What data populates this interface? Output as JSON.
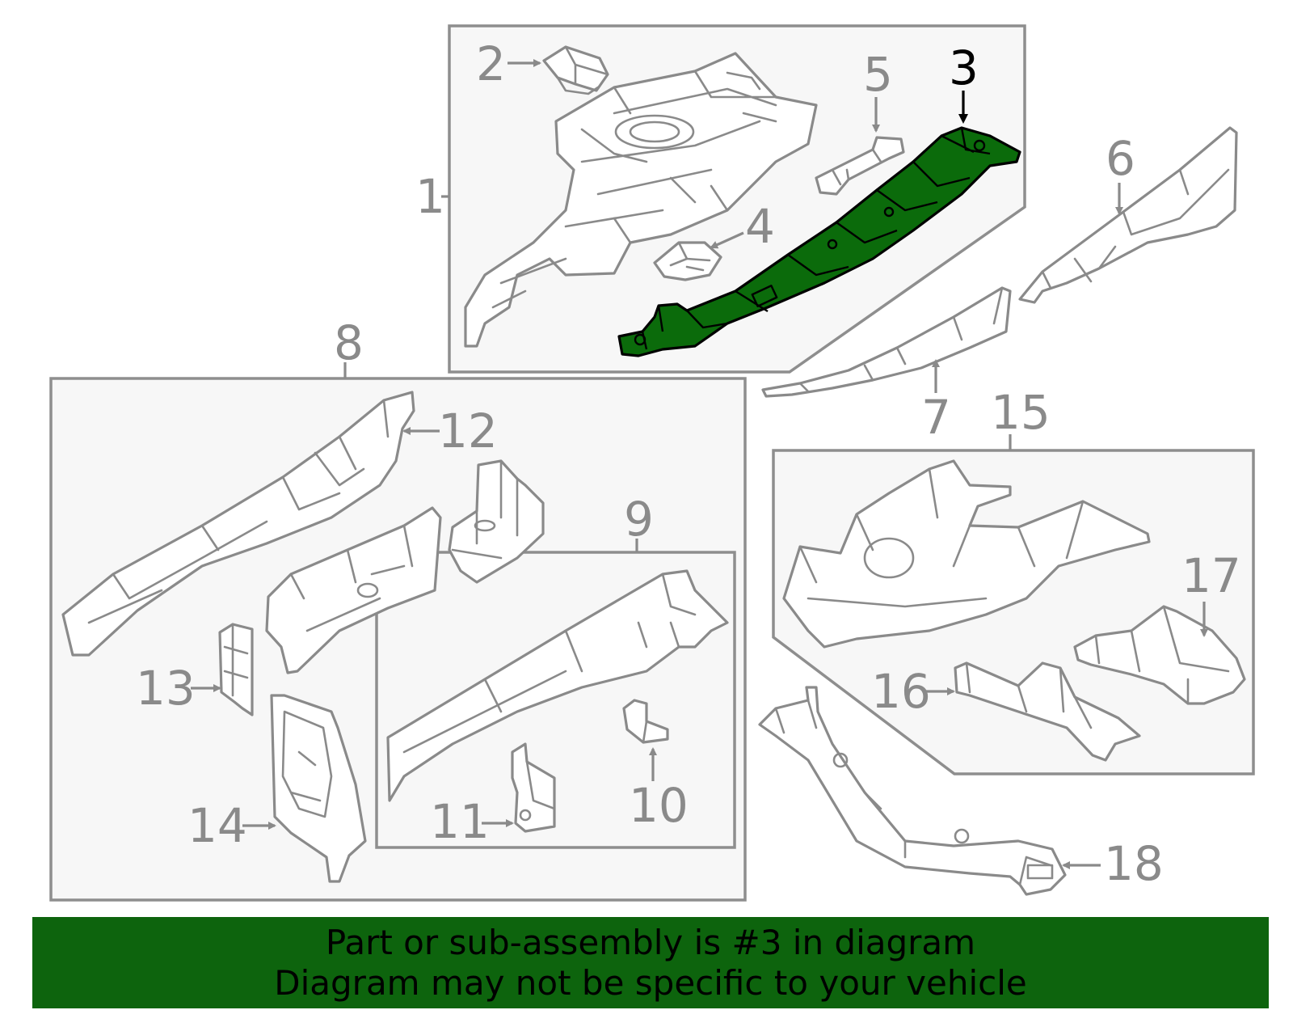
{
  "callouts": {
    "c1": "1",
    "c2": "2",
    "c3": "3",
    "c4": "4",
    "c5": "5",
    "c6": "6",
    "c7": "7",
    "c8": "8",
    "c9": "9",
    "c10": "10",
    "c11": "11",
    "c12": "12",
    "c13": "13",
    "c14": "14",
    "c15": "15",
    "c16": "16",
    "c17": "17",
    "c18": "18"
  },
  "highlighted_part": "3",
  "colors": {
    "highlight": "#0b6b0b",
    "banner": "#0d640d",
    "line": "#8a8a8a"
  },
  "banner": {
    "line1": "Part or sub-assembly is #3 in diagram",
    "line2": "Diagram may not be specific to your vehicle"
  }
}
